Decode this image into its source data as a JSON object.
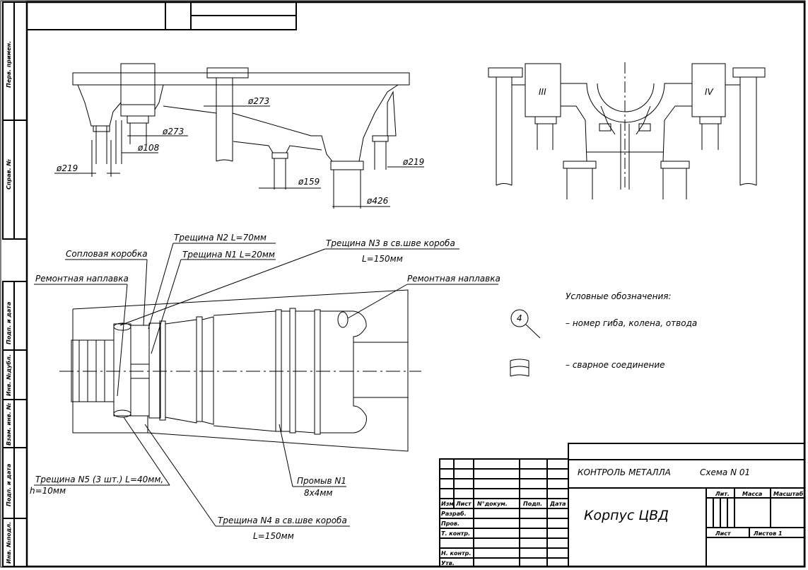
{
  "dimensions": {
    "d273_a": "ø273",
    "d273_b": "ø273",
    "d108": "ø108",
    "d219_left": "ø219",
    "d219_right": "ø219",
    "d159": "ø159",
    "d426": "ø426"
  },
  "section_marks": {
    "left": "III",
    "right": "IV"
  },
  "callouts": {
    "crack_n2": "Трещина N2 L=70мм",
    "crack_n1": "Трещина N1 L=20мм",
    "crack_n3": "Трещина N3 в св.шве короба",
    "crack_n3_length": "L=150мм",
    "nozzle_box": "Сопловая коробка",
    "repair_left": "Ремонтная наплавка",
    "repair_right": "Ремонтная наплавка",
    "crack_n5": "Трещина N5 (3 шт.) L=40мм,",
    "crack_n5_depth": "h=10мм",
    "washout_n1": "Промыв N1",
    "washout_n1_size": "8x4мм",
    "crack_n4": "Трещина N4 в св.шве короба",
    "crack_n4_length": "L=150мм"
  },
  "legend": {
    "title": "Условные обозначения:",
    "bend_symbol_number": "4",
    "bend_text": "–  номер гиба, колена, отвода",
    "weld_text": "–   сварное соединение"
  },
  "side_strip": {
    "perv_primen": "Перв. примен.",
    "sprav_no": "Справ. №",
    "podp_data_1": "Подп. и дата",
    "inv_dubl": "Инв. №дубл.",
    "vzam_inv": "Взам. инв. №",
    "podp_data_2": "Подп. и дата",
    "inv_podl": "Инв. №подл."
  },
  "title_block": {
    "header": "КОНТРОЛЬ   МЕТАЛЛА",
    "scheme": "Схема  N  01",
    "name": "Корпус  ЦВД",
    "col_izm": "Изм",
    "col_list": "Лист",
    "col_doc": "N°докум.",
    "col_podp": "Подп.",
    "col_data": "Дата",
    "row_razrab": "Разраб.",
    "row_prov": "Пров.",
    "row_tkontr": "Т. контр.",
    "row_nkontr": "Н. контр.",
    "row_utv": "Утв.",
    "lit": "Лит.",
    "massa": "Масса",
    "masshtab": "Масштаб",
    "list": "Лист",
    "listov": "Листов 1"
  }
}
